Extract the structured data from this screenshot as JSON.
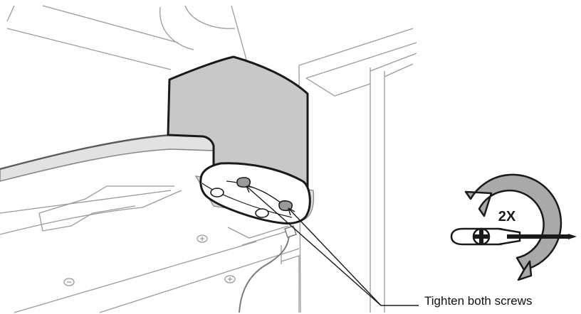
{
  "callout": {
    "text": "Tighten both screws"
  },
  "badge": {
    "repeat_label": "2X",
    "rotation": "clockwise",
    "tool": "phillips-screwdriver-icon"
  },
  "colors": {
    "line": "#1a1a1a",
    "bracket_fill": "#c8c8c8",
    "screw_pad": "#9a9a9a",
    "arrow_fill": "#a9a9a9",
    "faint_line": "#9b9b9b"
  }
}
